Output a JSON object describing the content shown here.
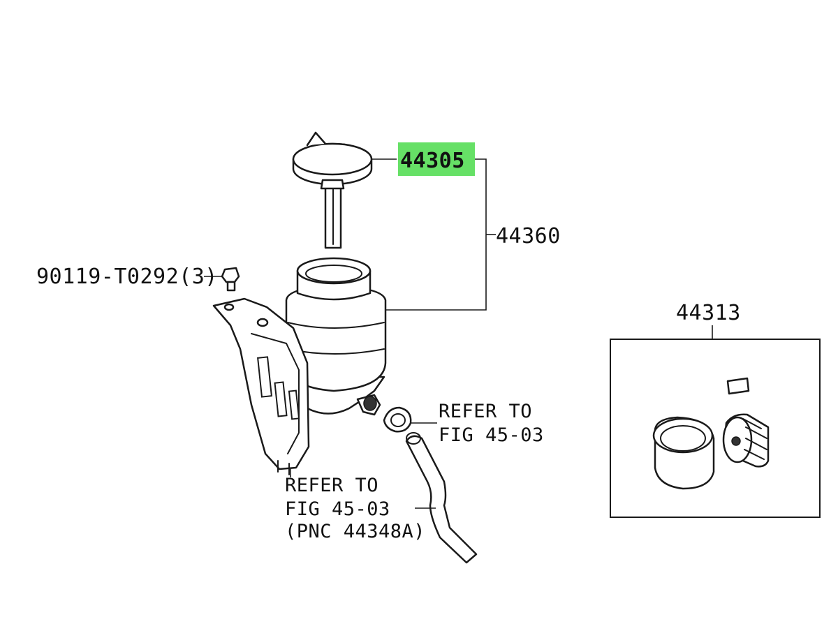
{
  "diagram": {
    "highlight_color": "#66e066",
    "parts": [
      {
        "id": "cap",
        "number": "44305",
        "highlighted": true
      },
      {
        "id": "reservoir_assy",
        "number": "44360",
        "highlighted": false
      },
      {
        "id": "bolt",
        "number": "90119-T0292(3)",
        "highlighted": false
      },
      {
        "id": "repair_kit",
        "number": "44313",
        "highlighted": false
      }
    ],
    "references": [
      {
        "id": "ref_clamp",
        "lines": [
          "REFER TO",
          "FIG 45-03"
        ]
      },
      {
        "id": "ref_hose",
        "lines": [
          "REFER TO",
          "FIG 45-03",
          "(PNC 44348A)"
        ]
      }
    ]
  }
}
